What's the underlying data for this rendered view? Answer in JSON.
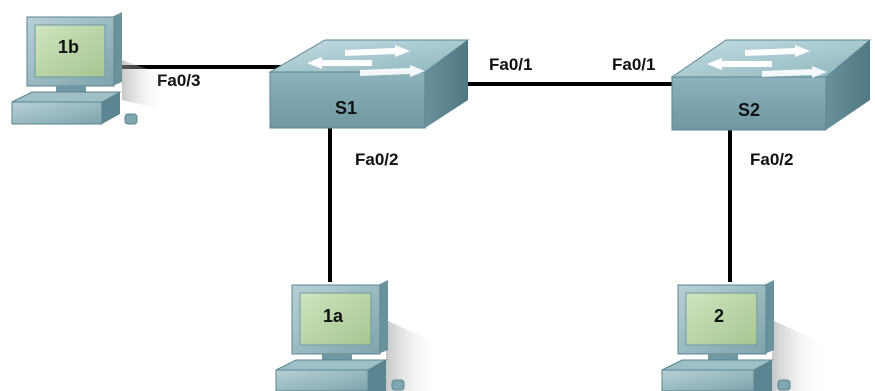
{
  "diagram": {
    "switches": [
      {
        "id": "s1",
        "label": "S1"
      },
      {
        "id": "s2",
        "label": "S2"
      }
    ],
    "pcs": [
      {
        "id": "pc1b",
        "label": "1b"
      },
      {
        "id": "pc1a",
        "label": "1a"
      },
      {
        "id": "pc2",
        "label": "2"
      }
    ],
    "links": [
      {
        "from": "pc1b",
        "to": "s1",
        "port": "Fa0/3"
      },
      {
        "from": "s1",
        "to": "s2",
        "port_a": "Fa0/1",
        "port_b": "Fa0/1"
      },
      {
        "from": "s1",
        "to": "pc1a",
        "port": "Fa0/2"
      },
      {
        "from": "s2",
        "to": "pc2",
        "port": "Fa0/2"
      }
    ],
    "colors": {
      "switch_top": "#a9c9d0",
      "switch_front": "#7fa7b2",
      "switch_side": "#5b8590",
      "pc_body": "#9fbfc6",
      "pc_screen": "#b9d4a8",
      "link": "#000000"
    }
  }
}
